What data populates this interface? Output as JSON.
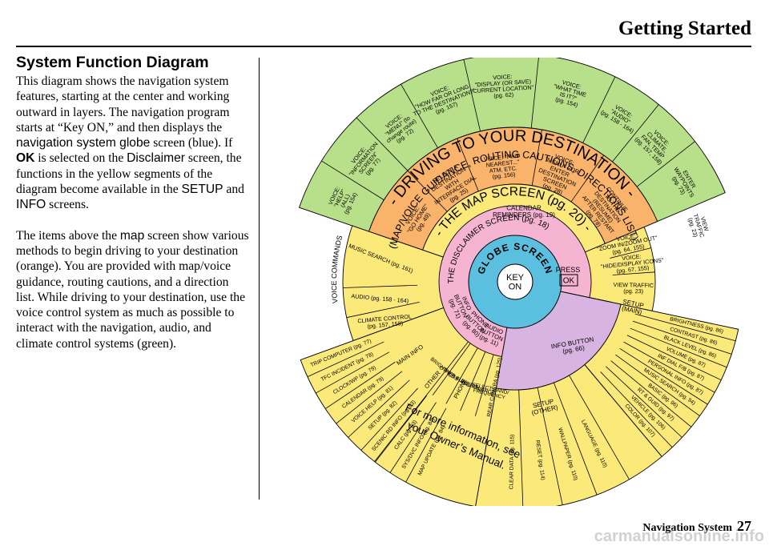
{
  "header": {
    "title": "Getting Started"
  },
  "section": {
    "title": "System Function Diagram",
    "paragraphs": [
      [
        {
          "t": "This diagram shows the navigation system features, starting at the center and working outward in layers. The navigation program starts at “Key ON,” and then displays the ",
          "s": "serif"
        },
        {
          "t": "navigation system globe",
          "s": "sans"
        },
        {
          "t": " screen (blue). If ",
          "s": "serif"
        },
        {
          "t": "OK",
          "s": "sans-b"
        },
        {
          "t": " is selected on the ",
          "s": "serif"
        },
        {
          "t": "Disclaimer",
          "s": "sans"
        },
        {
          "t": " screen, the functions in the yellow segments of the diagram become available in the ",
          "s": "serif"
        },
        {
          "t": "SETUP",
          "s": "sans"
        },
        {
          "t": " and ",
          "s": "serif"
        },
        {
          "t": "INFO",
          "s": "sans"
        },
        {
          "t": " screens.",
          "s": "serif"
        }
      ],
      [
        {
          "t": "The items above the ",
          "s": "serif"
        },
        {
          "t": "map",
          "s": "sans"
        },
        {
          "t": " screen show various methods to begin driving to your destination (orange). You are provided with map/voice guidance, routing cautions, and a direction list. While driving to your destination, use the voice control system as much as possible to interact with the navigation, audio, and climate control systems (green).",
          "s": "serif"
        }
      ]
    ]
  },
  "footer": {
    "label": "Navigation System",
    "page": "27"
  },
  "watermark": "carmanualsonline.info",
  "colors": {
    "key": "#5bbfe0",
    "globe": "#5bbfe0",
    "disclaimer": "#f4b4d2",
    "info": "#d8b4e2",
    "map": "#fbe97a",
    "drive": "#f9b36a",
    "voice": "#b8e08a",
    "line": "#000000"
  },
  "diagram": {
    "key": {
      "line1": "KEY",
      "line2": "ON"
    },
    "globe_label": "GLOBE SCREEN",
    "disclaimer_label": "THE DISCLAIMER SCREEN (pg. 18)",
    "press_label": "PRESS",
    "ok_label": "OK",
    "map_label": "- THE MAP SCREEN (pg. 20) -",
    "calendar_label": [
      "CALENDAR",
      "REMINDERS (pg. 19)"
    ],
    "drive_title": "- DRIVING TO YOUR DESTINATION -",
    "drive_subtitle": "(MAP/VOICE GUIDANCE, ROUTING CAUTIONS, DIRECTIONS LIST)",
    "voice_commands_label": "VOICE COMMANDS",
    "more_info": [
      "For more information, see",
      "your Owner’s Manual."
    ],
    "info_button": [
      "INFO BUTTON",
      "(pg. 66)"
    ],
    "setup_other": [
      "SETUP",
      "(OTHER)"
    ],
    "setup_main": [
      "SETUP",
      "(MAIN)"
    ],
    "main_info": "MAIN INFO",
    "other": "OTHER",
    "phone": "PHONE",
    "pink_buttons": [
      [
        "INFO",
        "BUTTON",
        "(pg. 71)"
      ],
      [
        "PHONE",
        "BUTTON",
        "(pg. 80)"
      ],
      [
        "AUDIO",
        "BUTTON",
        "(pg. 11)"
      ]
    ],
    "rear_camera": "REAR CAMERA (pg. 125)",
    "voice_segments": [
      [
        "VOICE:",
        "\"HELP\"",
        "(ALL)",
        "(pg. 154)"
      ],
      [
        "VOICE:",
        "\"INFORMATION",
        "SCREEN\"",
        "(pg. 77)"
      ],
      [
        "VOICE:",
        "\"MENU\" (to",
        "change route)",
        "(pg. 72)"
      ],
      [
        "VOICE:",
        "\"HOW FAR OR LONG",
        "TO THE DESTINATION?\"",
        "(pg. 157)"
      ],
      [
        "VOICE:",
        "\"DISPLAY (OR SAVE)",
        "CURRENT LOCATION\"",
        "(pg. 62)"
      ],
      [
        "VOICE:",
        "\"WHAT TIME",
        "IS IT?\"",
        "(pg. 154)"
      ],
      [
        "VOICE:",
        "\"AUDIO\"",
        "(pg. 158 - 164)"
      ],
      [
        "VOICE:",
        "CLIMATE,",
        "FAN, TEMP",
        "(pg. 157, 158)"
      ],
      [
        "ENTER",
        "WAYPOINTS",
        "(pg. 73)"
      ],
      [
        "VIEW",
        "TRAFFIC",
        "(pg. 23)"
      ]
    ],
    "drive_segments": [
      [
        "VOICE:",
        "\"GO HOME\"",
        "(pg. 49)"
      ],
      [
        "SELECT A",
        "DESTINATION",
        "WITH",
        "INTERFACE DIAL",
        "(pg. 25)"
      ],
      [
        "VOICE: \"FIND",
        "NEAREST...\"",
        "ATM, ETC.",
        "(pg. 156)"
      ],
      [
        "VOICE:",
        "\"MENU\" FOR",
        "ENTER",
        "DESTINATION",
        "SCREEN",
        "(pg. 28)"
      ],
      [
        "CONTINUE",
        "TO THE",
        "DESTINATION",
        "(RESUME)",
        "AFTER RESTART",
        "(pg. 78)"
      ]
    ],
    "left_map_items": [
      "MUSIC SEARCH (pg. 161)",
      "AUDIO (pg. 158 - 164)",
      [
        "CLIMATE CONTROL",
        "(pg. 157, 158)"
      ]
    ],
    "right_map_items": [
      [
        "VOICE:",
        "\"ZOOM IN/ZOOM OUT\"",
        "(pg. 64, 155)"
      ],
      [
        "VOICE:",
        "\"HIDE/DISPLAY ICONS\"",
        "(pg. 67, 155)"
      ],
      [
        "VIEW TRAFFIC",
        "(pg. 23)"
      ]
    ],
    "main_info_items": [
      "TRIP COMPUTER (pg. 77)",
      "TFC INCIDENT (pg. 78)",
      "CLOCK/WP (pg. 79)",
      "CALENDAR (pg. 79)",
      "VOICE HELP (pg. 81)",
      "SETUP (pg. 82)",
      "SCENIC RD INFO (pg. 83)",
      "CALC (pg. 83)",
      "SYS/DVC INFO (pg. 84)",
      "MAP UPDATE (pg. 84)"
    ],
    "phone_items": [
      [
        "SELECT BAND/",
        "FREQUENCY"
      ],
      [
        "VOL BALANCE"
      ],
      [
        "CD FUNCTIONS"
      ],
      [
        "OTHER AUDIO"
      ],
      [
        "BRIGHTNESS"
      ]
    ],
    "setup_main_items": [
      "BRIGHTNESS (pg. 86)",
      "CONTRAST (pg. 86)",
      "BLACK LEVEL (pg. 86)",
      "VOLUME (pg. 87)",
      "INF DIAL F/B (pg. 87)",
      "PERSONAL INFO (pg. 87)",
      "MUSIC SEARCH (pg. 94)",
      "BASIC (pg. 96)",
      "RT & GUID (pg. 97)",
      "VEHICLE (pg. 106)",
      "COLOR (pg. 107)"
    ],
    "setup_other_items": [
      "LANGUAGE (pg. 110)",
      "WALLPAPER (pg. 110)",
      "RESET (pg. 114)",
      "CLEAR DATA (pg. 115)"
    ]
  }
}
